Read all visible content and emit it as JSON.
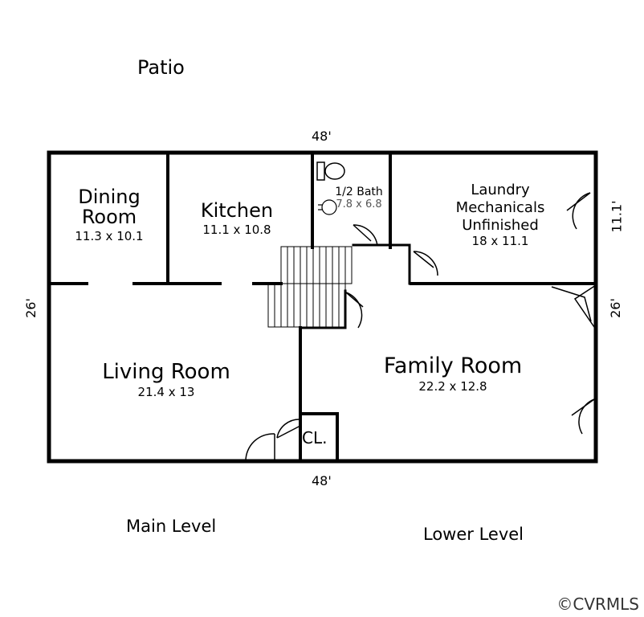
{
  "outside_label": "Patio",
  "dimensions": {
    "top": "48'",
    "bottom": "48'",
    "left": "26'",
    "right_upper": "11.1'",
    "right_lower": "26'"
  },
  "rooms": {
    "dining": {
      "name_line1": "Dining",
      "name_line2": "Room",
      "size": "11.3 x 10.1"
    },
    "kitchen": {
      "name": "Kitchen",
      "size": "11.1 x 10.8"
    },
    "half_bath": {
      "name": "1/2 Bath",
      "size": "7.8 x 6.8"
    },
    "laundry": {
      "line1": "Laundry",
      "line2": "Mechanicals",
      "line3": "Unfinished",
      "size": "18 x 11.1"
    },
    "living": {
      "name": "Living Room",
      "size": "21.4 x 13"
    },
    "family": {
      "name": "Family Room",
      "size": "22.2 x 12.8"
    },
    "closet": {
      "name": "CL."
    }
  },
  "levels": {
    "main": "Main Level",
    "lower": "Lower Level"
  },
  "copyright": "©CVRMLS"
}
